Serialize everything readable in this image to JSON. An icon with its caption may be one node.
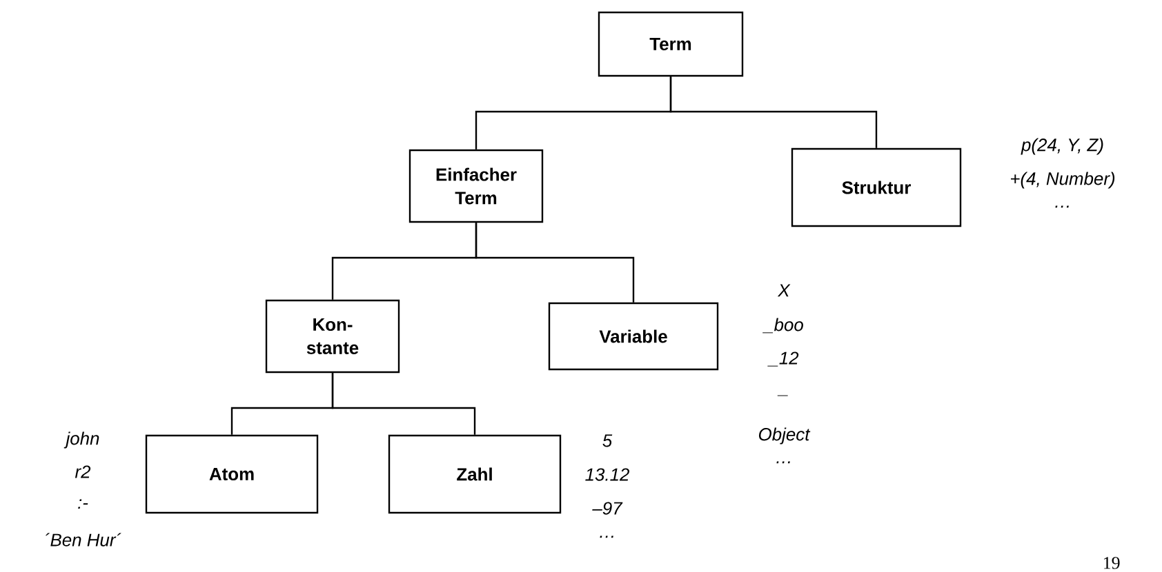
{
  "diagram": {
    "nodes": [
      {
        "text": [
          "Term"
        ]
      },
      {
        "text": [
          "Einfacher Term"
        ]
      },
      {
        "text": [
          "Struktur"
        ],
        "beside": [
          "p(24, Y, Z)",
          "+(4, Number)",
          "…"
        ]
      },
      {
        "text": [
          "Kon- stante"
        ]
      },
      {
        "text": [
          "Variable"
        ],
        "beside": [
          "X",
          "_boo",
          "_12",
          "_",
          "Object",
          "…"
        ]
      },
      {
        "text": [
          "Atom"
        ],
        "beside": [
          "john",
          "r2",
          ":-",
          "´Ben Hur´"
        ]
      },
      {
        "text": [
          "Zahl"
        ],
        "beside": [
          "5",
          "13.12",
          "–97",
          "…"
        ]
      }
    ],
    "edges": [
      {
        "from": 0,
        "to": 1,
        "arrow": "none"
      },
      {
        "from": 0,
        "to": 2,
        "arrow": "none"
      },
      {
        "from": 1,
        "to": 3,
        "arrow": "none"
      },
      {
        "from": 1,
        "to": 4,
        "arrow": "none"
      },
      {
        "from": 3,
        "to": 5,
        "arrow": "none"
      },
      {
        "from": 3,
        "to": 6,
        "arrow": "none"
      }
    ],
    "labels": [
      "19"
    ]
  }
}
